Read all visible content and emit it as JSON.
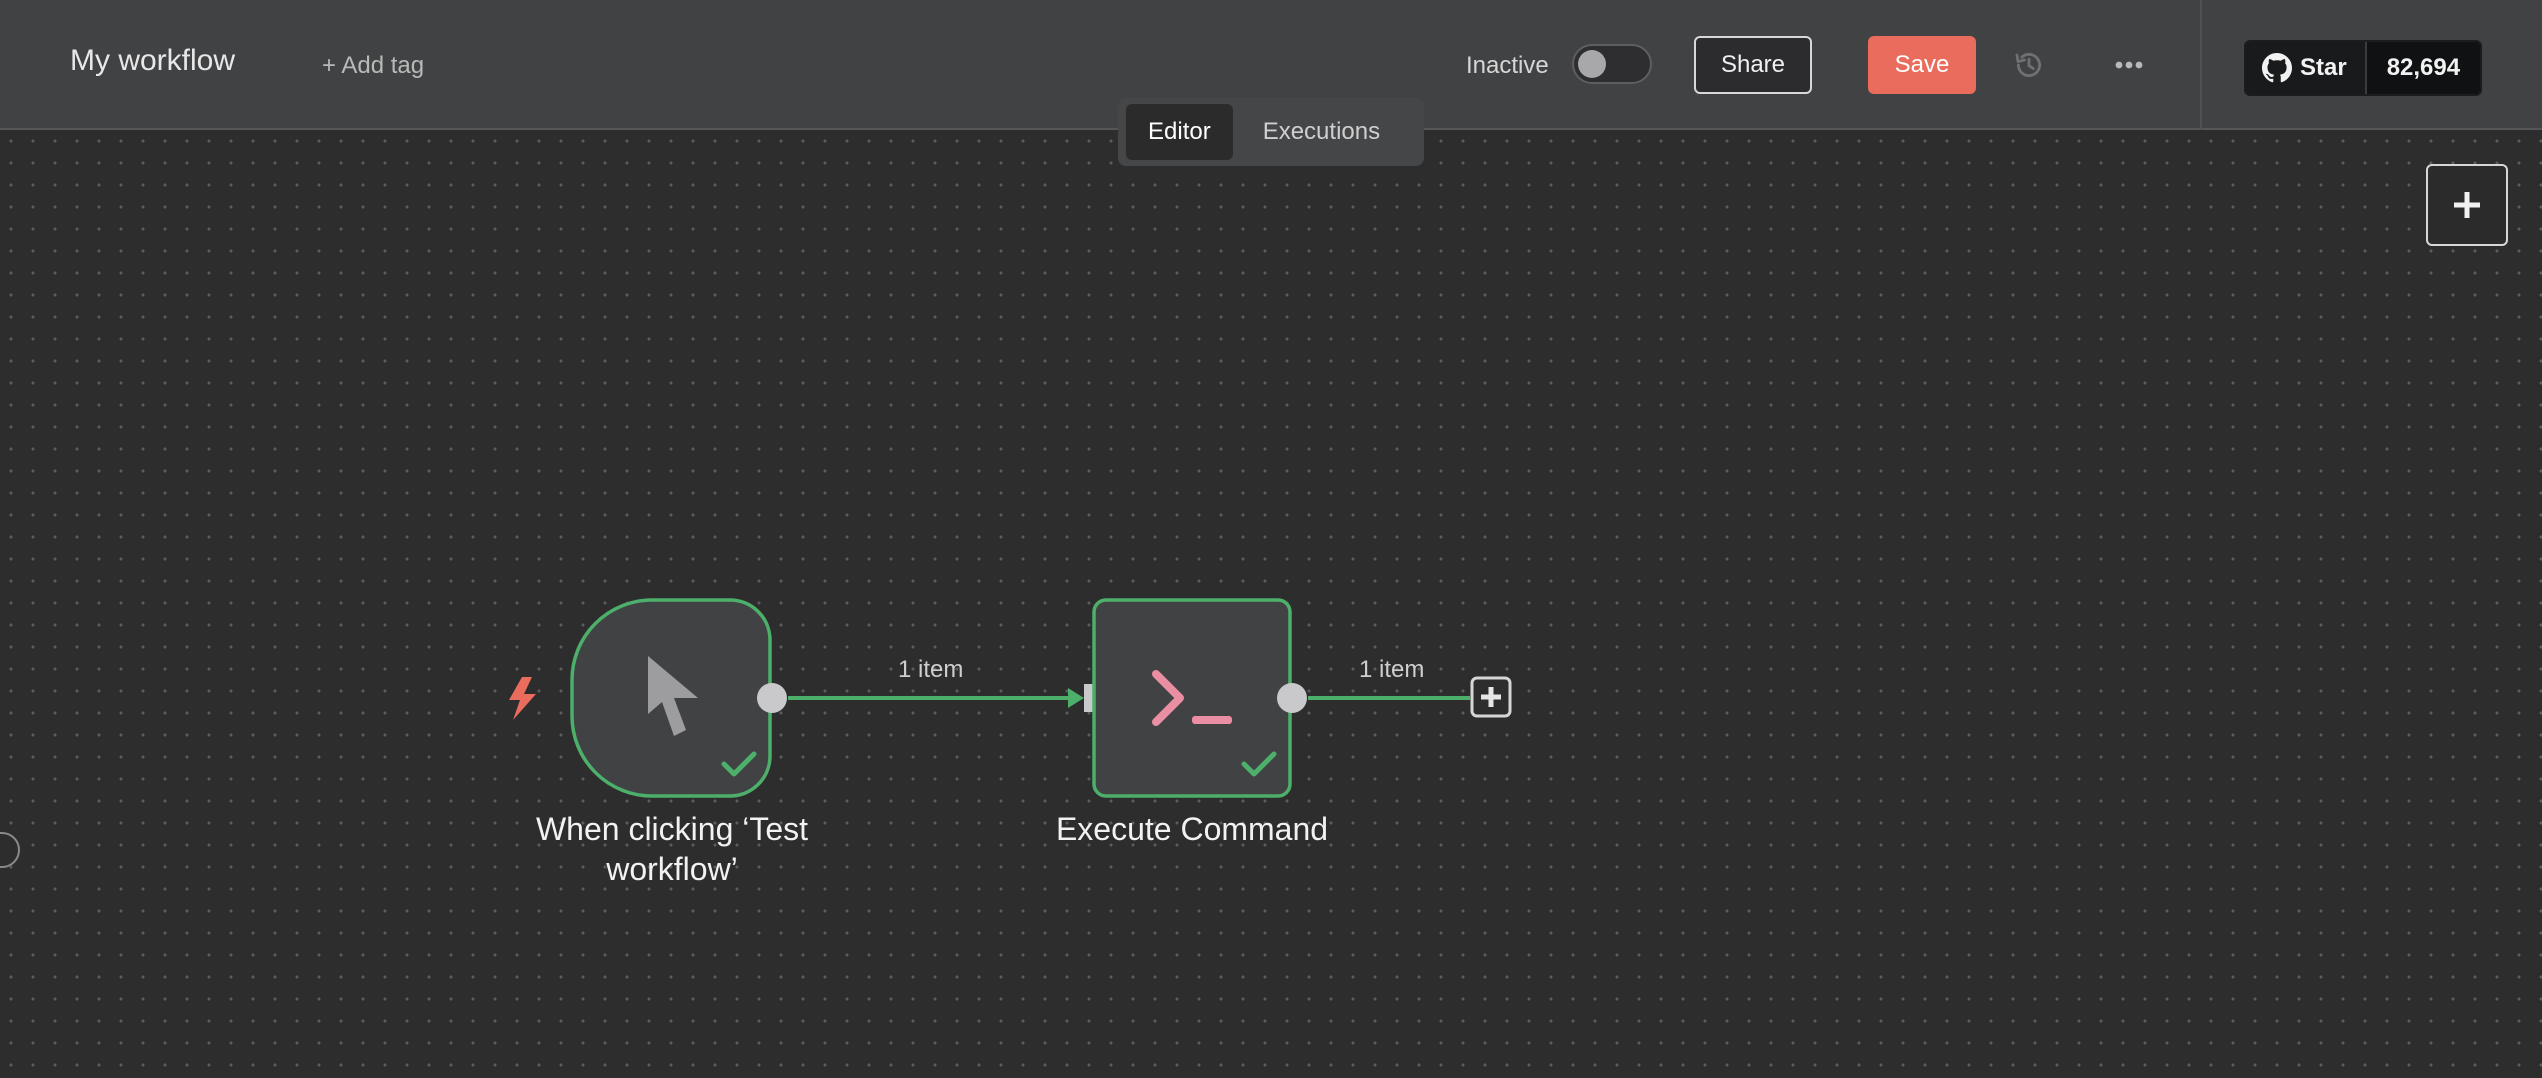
{
  "header": {
    "workflow_name": "My workflow",
    "add_tag_label": "+ Add tag",
    "status_label": "Inactive",
    "active": false,
    "share_label": "Share",
    "save_label": "Save"
  },
  "github": {
    "star_label": "Star",
    "star_count": "82,694"
  },
  "tabs": [
    {
      "label": "Editor",
      "active": true
    },
    {
      "label": "Executions",
      "active": false
    }
  ],
  "nodes": [
    {
      "name": "When clicking ‘Test workflow’",
      "icon": "cursor-icon",
      "status": "success"
    },
    {
      "name": "Execute Command",
      "icon": "terminal-icon",
      "status": "success"
    }
  ],
  "connections": [
    {
      "label": "1 item"
    },
    {
      "label": "1 item"
    }
  ],
  "colors": {
    "accent": "#ea6c5d",
    "success": "#4caf6a",
    "terminal": "#e98ea3"
  }
}
